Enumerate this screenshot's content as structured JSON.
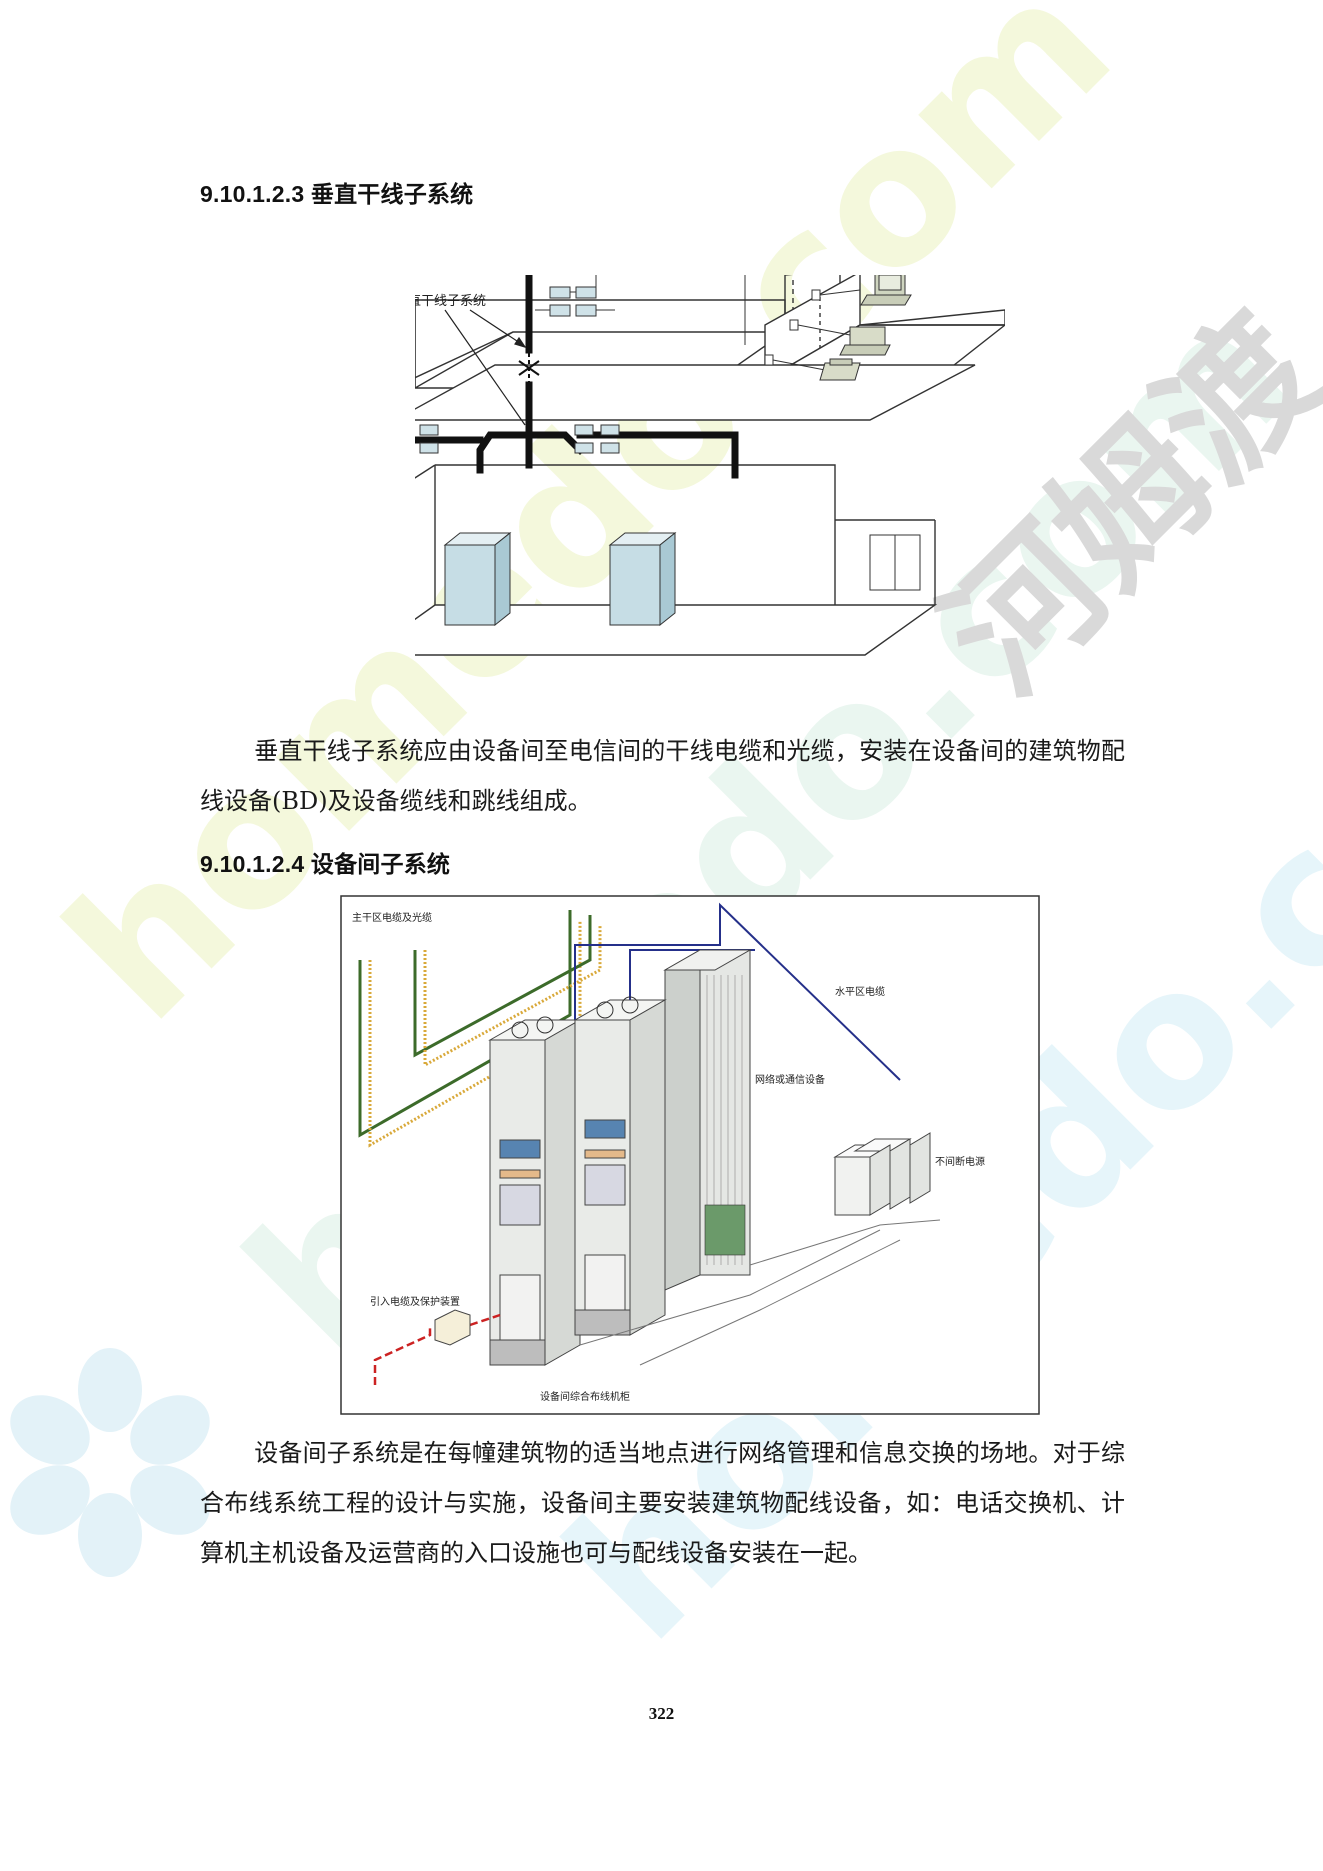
{
  "watermark": {
    "cn_text": "河姆渡",
    "latin_text_1": "homedo.com",
    "latin_text_2": "homedo.com",
    "latin_text_3": "homedo.com",
    "colors": {
      "cn": "#d9d9d9",
      "latin_yellow": "#f4f8dc",
      "latin_cyan": "#e2f4fb",
      "flower": "#e6f4fa"
    }
  },
  "section_1": {
    "heading": "9.10.1.2.3  垂直干线子系统",
    "figure_label": "垂直干线子系统",
    "paragraph": "垂直干线子系统应由设备间至电信间的干线电缆和光缆，安装在设备间的建筑物配线设备(BD)及设备缆线和跳线组成。"
  },
  "section_2": {
    "heading": "9.10.1.2.4  设备间子系统",
    "figure_labels": {
      "top_left": "主干区电缆及光缆",
      "top_right": "水平区电缆",
      "network": "网络或通信设备",
      "ups": "不间断电源",
      "entrance": "引入电缆及保护装置",
      "bottom": "设备间综合布线机柜"
    },
    "paragraph": "设备间子系统是在每幢建筑物的适当地点进行网络管理和信息交换的场地。对于综合布线系统工程的设计与实施，设备间主要安装建筑物配线设备，如：电话交换机、计算机主机设备及运营商的入口设施也可与配线设备安装在一起。"
  },
  "footer": {
    "page_number": "322"
  }
}
